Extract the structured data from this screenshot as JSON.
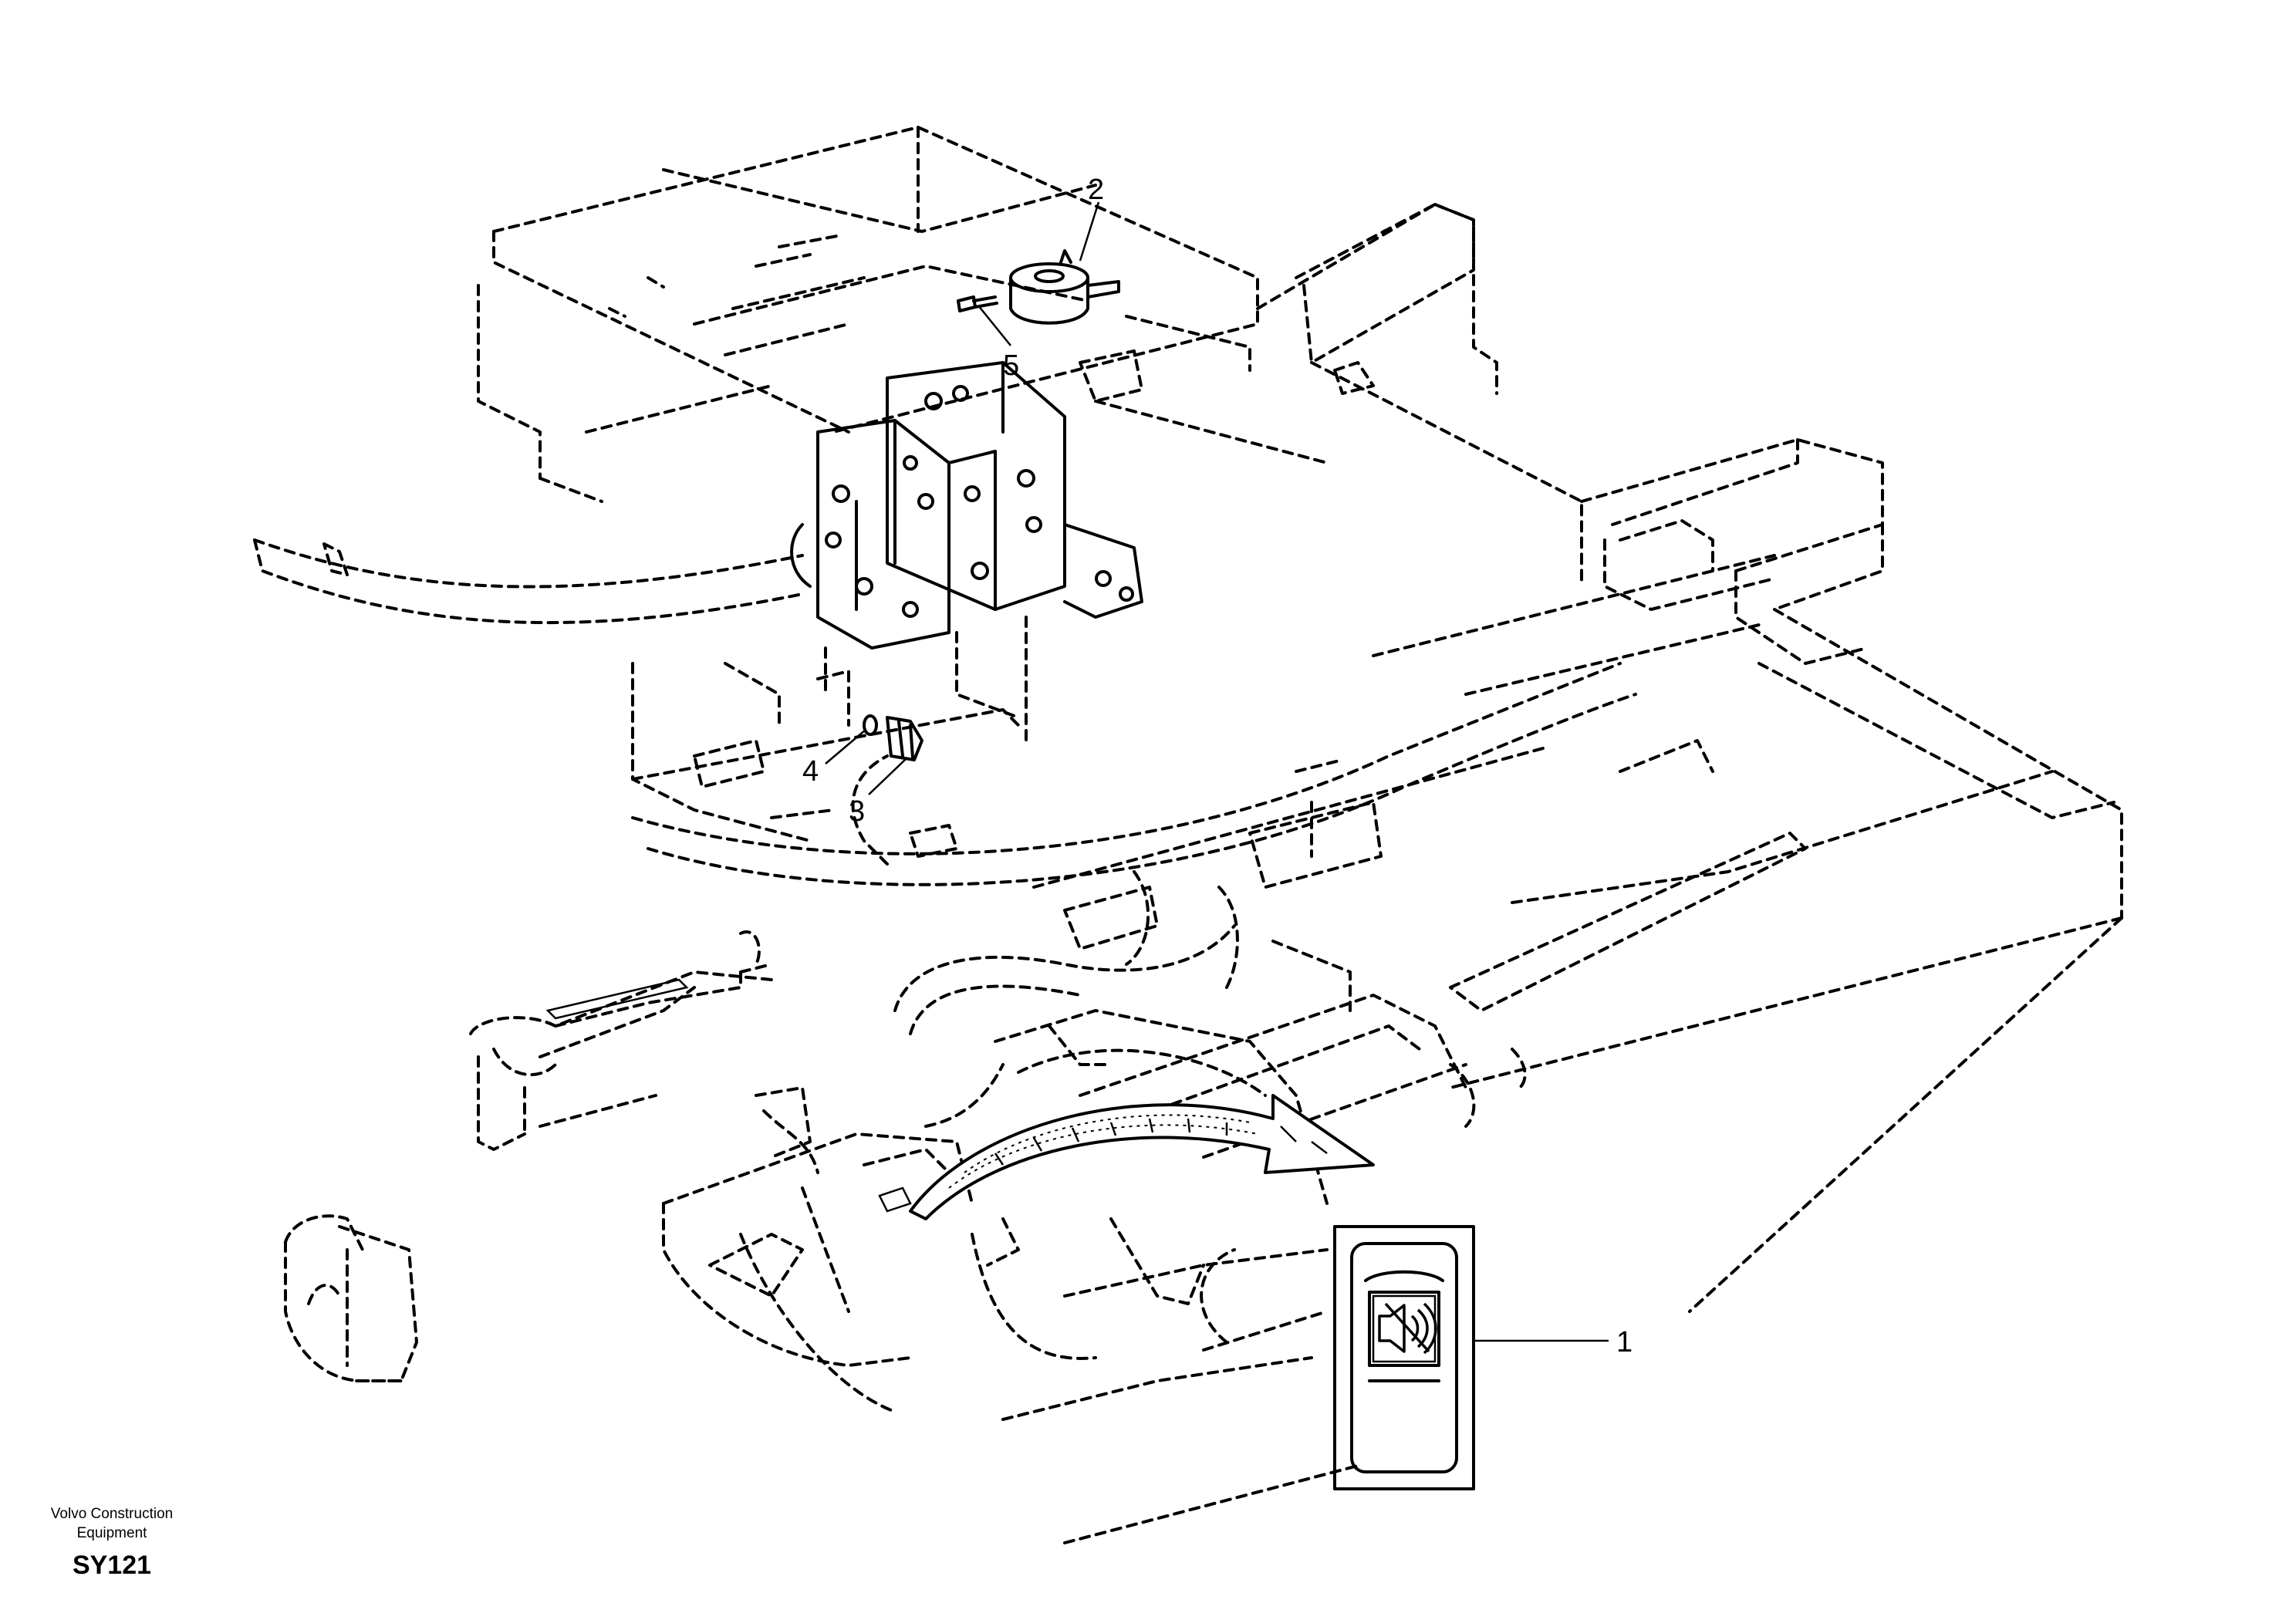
{
  "callouts": [
    {
      "id": "1",
      "label": "1"
    },
    {
      "id": "2",
      "label": "2"
    },
    {
      "id": "3",
      "label": "3"
    },
    {
      "id": "4",
      "label": "4"
    },
    {
      "id": "5",
      "label": "5"
    }
  ],
  "footer": {
    "company_line1": "Volvo Construction",
    "company_line2": "Equipment",
    "code": "SY121"
  },
  "icons": {
    "switch_symbol": "speaker-mute-icon",
    "arrow": "curved-arrow-icon"
  }
}
